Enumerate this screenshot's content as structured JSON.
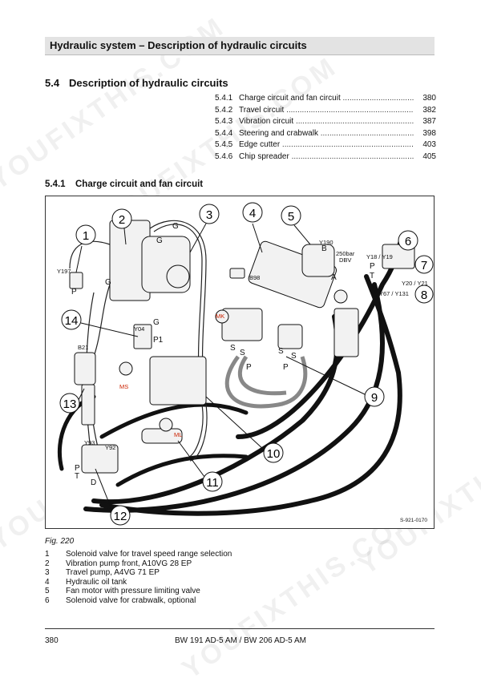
{
  "watermark": "YOUFIXTHIS.COM",
  "header": {
    "title": "Hydraulic system – Description of hydraulic circuits"
  },
  "section": {
    "number": "5.4",
    "title": "Description of hydraulic circuits"
  },
  "toc": [
    {
      "num": "5.4.1",
      "label": "Charge circuit and fan circuit",
      "page": "380"
    },
    {
      "num": "5.4.2",
      "label": "Travel circuit",
      "page": "382"
    },
    {
      "num": "5.4.3",
      "label": "Vibration circuit",
      "page": "387"
    },
    {
      "num": "5.4.4",
      "label": "Steering and crabwalk",
      "page": "398"
    },
    {
      "num": "5.4.5",
      "label": "Edge cutter",
      "page": "403"
    },
    {
      "num": "5.4.6",
      "label": "Chip spreader",
      "page": "405"
    }
  ],
  "subsection": {
    "number": "5.4.1",
    "title": "Charge circuit and fan circuit"
  },
  "figure": {
    "ref": "S-921-0170",
    "callouts": [
      "1",
      "2",
      "3",
      "4",
      "5",
      "6",
      "7",
      "8",
      "9",
      "10",
      "11",
      "12",
      "13",
      "14"
    ],
    "labels": {
      "y197": "Y197",
      "b21": "B21",
      "y04": "Y04",
      "ms": "MS",
      "mk": "MK",
      "ml": "ML",
      "b98": "B98",
      "y190": "Y190",
      "dbv1": "250bar",
      "dbv2": "DBV",
      "y1819": "Y18 / Y19",
      "y2021": "Y20 / Y21",
      "y67": "Y67 / Y131",
      "y93": "Y93",
      "y92": "Y92",
      "p": "P",
      "g": "G",
      "s": "S",
      "t": "T",
      "a": "A",
      "b": "B",
      "d": "D",
      "p1": "P1"
    },
    "colors": {
      "accent": "#cc2200"
    }
  },
  "caption": "Fig.  220",
  "legend": [
    {
      "num": "1",
      "text": "Solenoid valve for travel speed range selection"
    },
    {
      "num": "2",
      "text": "Vibration pump front, A10VG 28 EP"
    },
    {
      "num": "3",
      "text": "Travel pump, A4VG 71 EP"
    },
    {
      "num": "4",
      "text": "Hydraulic oil tank"
    },
    {
      "num": "5",
      "text": "Fan motor with pressure limiting valve"
    },
    {
      "num": "6",
      "text": "Solenoid valve for crabwalk, optional"
    }
  ],
  "footer": {
    "page": "380",
    "model": "BW 191 AD-5 AM / BW 206 AD-5 AM"
  }
}
